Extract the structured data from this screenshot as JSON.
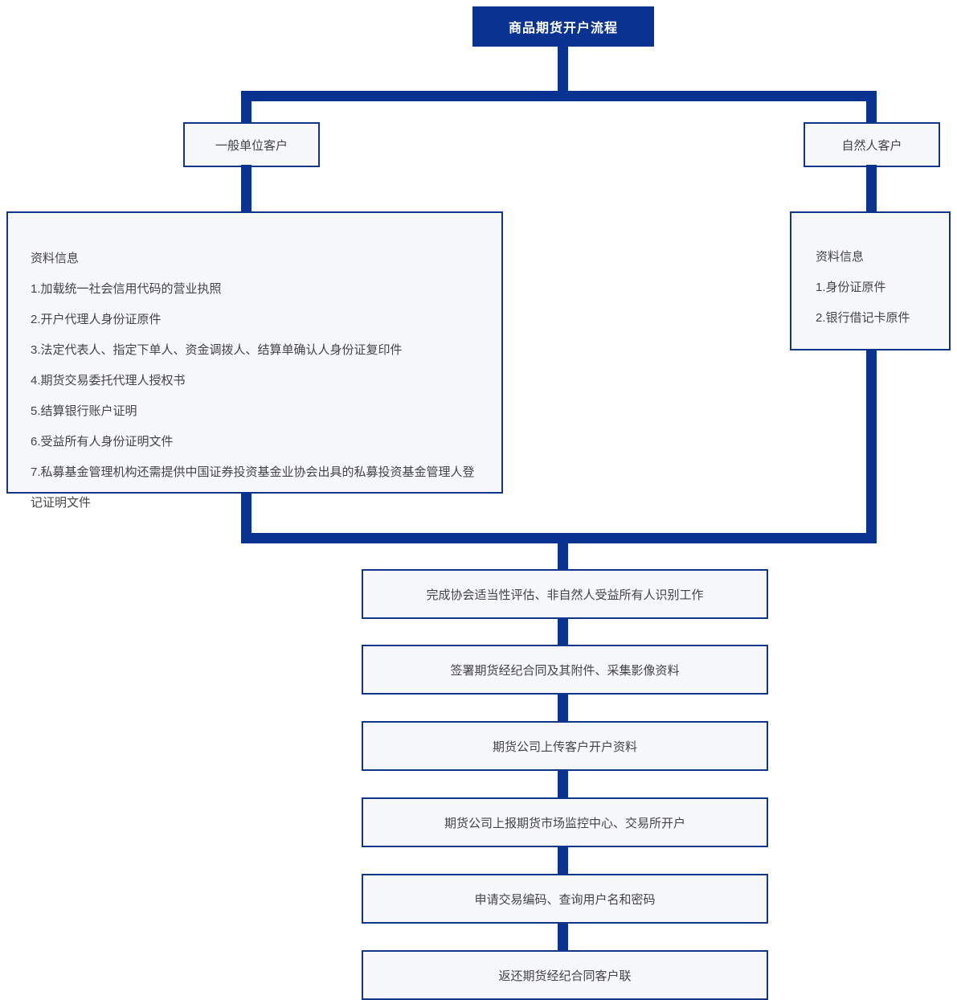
{
  "diagram": {
    "title": "商品期货开户流程",
    "colors": {
      "primary": "#0a3290",
      "border": "#12358c",
      "node_fill": "#f6f7fb",
      "text": "#444444",
      "title_text": "#ffffff"
    },
    "branches": [
      {
        "id": "institutional",
        "label": "一般单位客户"
      },
      {
        "id": "natural-person",
        "label": "自然人客户"
      }
    ],
    "info_panels": [
      {
        "id": "institutional-documents",
        "heading": "资料信息",
        "items": [
          "1.加载统一社会信用代码的营业执照",
          "2.开户代理人身份证原件",
          "3.法定代表人、指定下单人、资金调拨人、结算单确认人身份证复印件",
          "4.期货交易委托代理人授权书",
          "5.结算银行账户证明",
          "6.受益所有人身份证明文件",
          "7.私募基金管理机构还需提供中国证券投资基金业协会出具的私募投资基金管理人登记证明文件"
        ]
      },
      {
        "id": "natural-person-documents",
        "heading": "资料信息",
        "items": [
          "1.身份证原件",
          "2.银行借记卡原件"
        ]
      }
    ],
    "steps": [
      {
        "id": "step-1",
        "label": "完成协会适当性评估、非自然人受益所有人识别工作"
      },
      {
        "id": "step-2",
        "label": "签署期货经纪合同及其附件、采集影像资料"
      },
      {
        "id": "step-3",
        "label": "期货公司上传客户开户资料"
      },
      {
        "id": "step-4",
        "label": "期货公司上报期货市场监控中心、交易所开户"
      },
      {
        "id": "step-5",
        "label": "申请交易编码、查询用户名和密码"
      },
      {
        "id": "step-6",
        "label": "返还期货经纪合同客户联"
      }
    ]
  }
}
